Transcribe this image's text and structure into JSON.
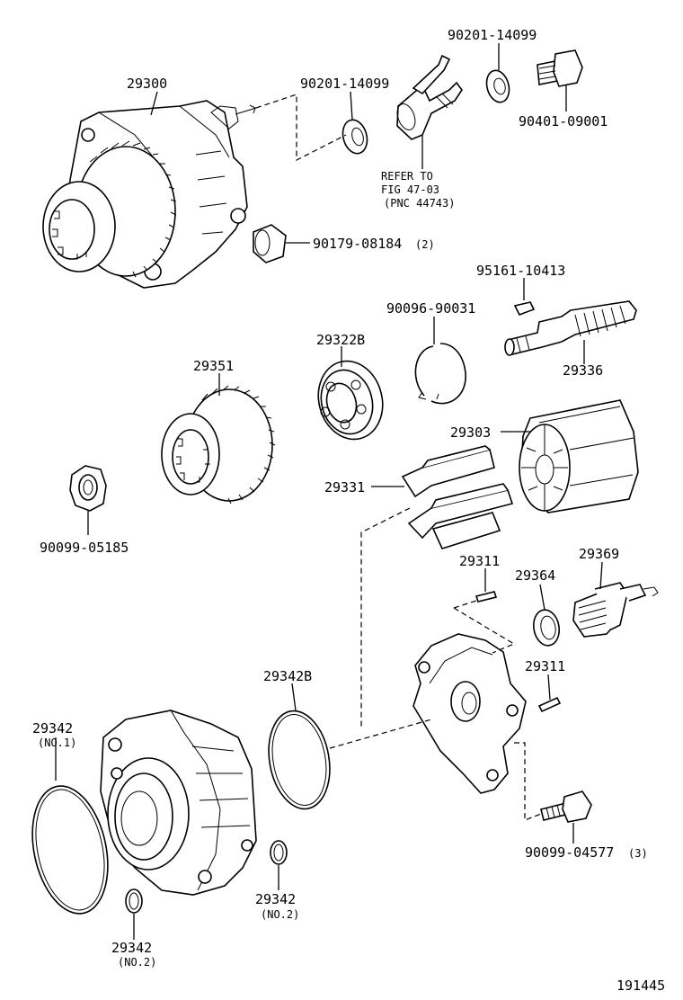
{
  "labels": {
    "p29300": "29300",
    "p90201a": "90201-14099",
    "p90201b": "90201-14099",
    "p90401": "90401-09001",
    "refer1": "REFER TO",
    "refer2": "FIG 47-03",
    "refer3": "(PNC 44743)",
    "p90179": "90179-08184",
    "p90179q": "(2)",
    "p95161": "95161-10413",
    "p90096": "90096-90031",
    "p29322b": "29322B",
    "p29336": "29336",
    "p29351": "29351",
    "p29303": "29303",
    "p29331": "29331",
    "p90099a": "90099-05185",
    "p29311a": "29311",
    "p29364": "29364",
    "p29369": "29369",
    "p29342b": "29342B",
    "p29311b": "29311",
    "p29342a": "29342",
    "p29342a_sub": "(NO.1)",
    "p29342c": "29342",
    "p29342c_sub": "(NO.2)",
    "p29342d": "29342",
    "p29342d_sub": "(NO.2)",
    "p90099b": "90099-04577",
    "p90099b_q": "(3)",
    "figure_number": "191445"
  }
}
